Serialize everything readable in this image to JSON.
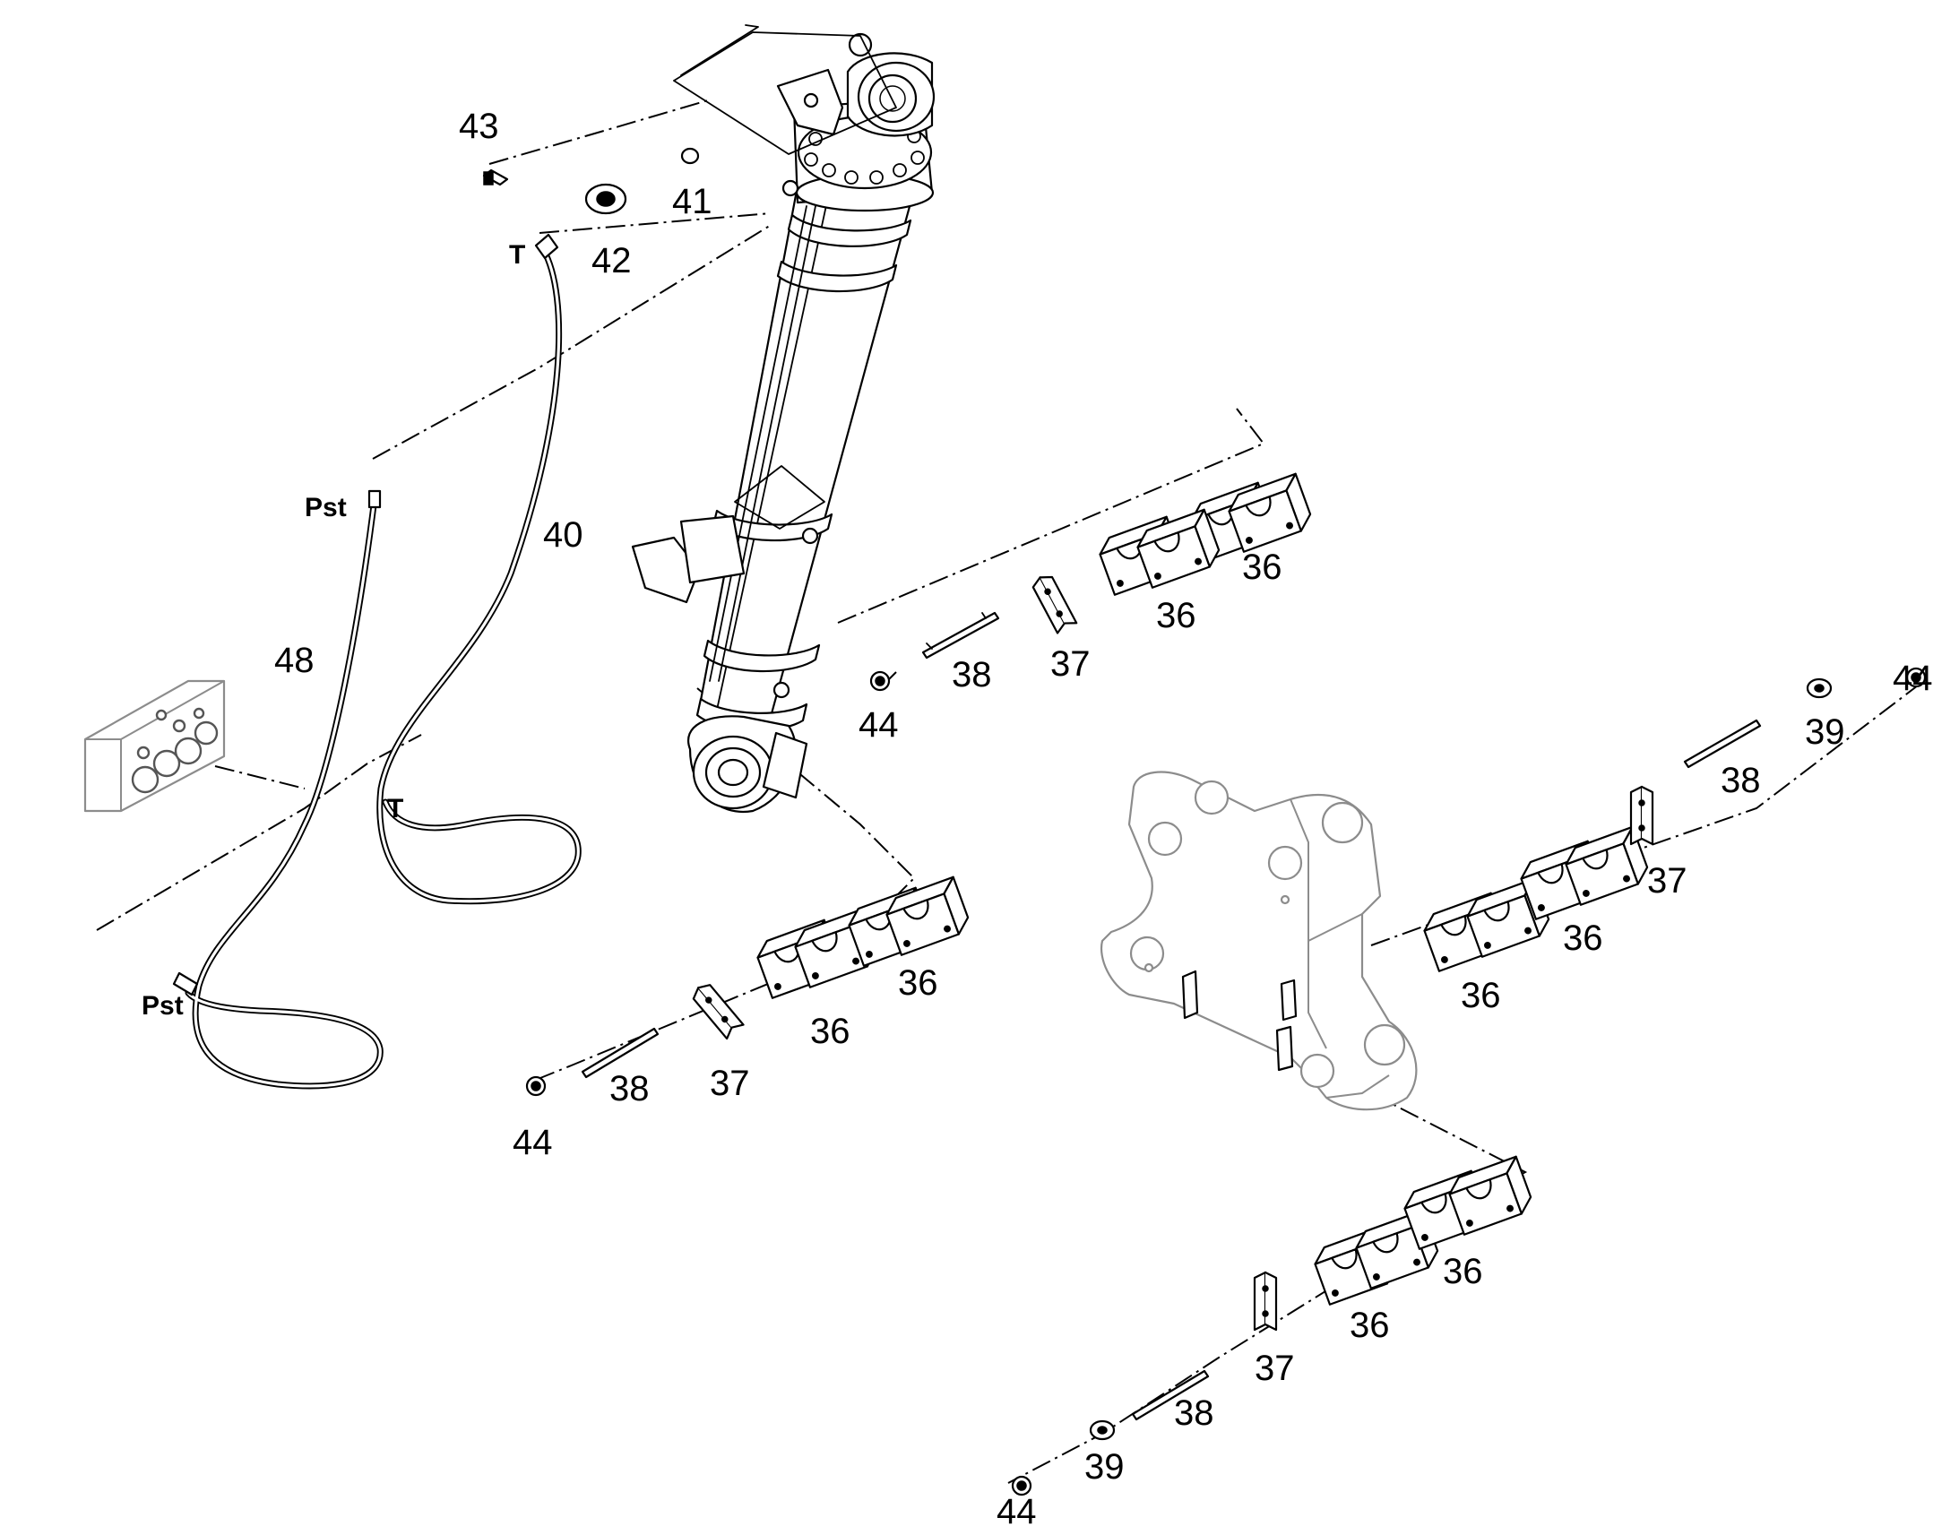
{
  "diagram": {
    "callouts": {
      "c36a": "36",
      "c36b": "36",
      "c36c": "36",
      "c36d": "36",
      "c36e": "36",
      "c36f": "36",
      "c36g": "36",
      "c37a": "37",
      "c37b": "37",
      "c37c": "37",
      "c37d": "37",
      "c38a": "38",
      "c38b": "38",
      "c38c": "38",
      "c38d": "38",
      "c39a": "39",
      "c39b": "39",
      "c40": "40",
      "c41": "41",
      "c42": "42",
      "c43": "43",
      "c44a": "44",
      "c44b": "44",
      "c44c": "44",
      "c44d": "44",
      "c48": "48"
    },
    "ports": {
      "t_top": "T",
      "t_mid": "T",
      "pst_top": "Pst",
      "pst_bottom": "Pst"
    }
  }
}
